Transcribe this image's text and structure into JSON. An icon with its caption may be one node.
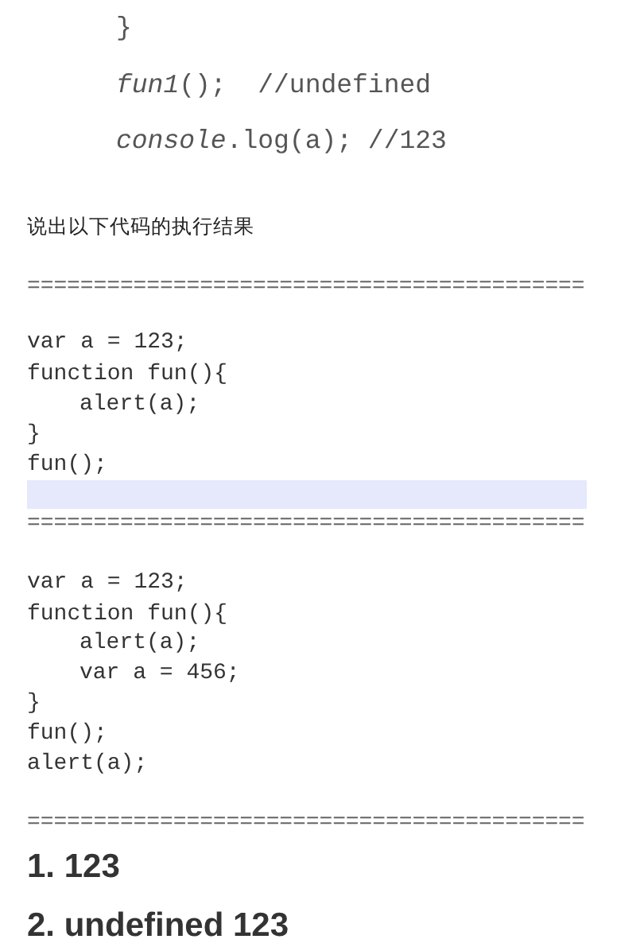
{
  "diagram": {
    "labels": [
      "}",
      "*fun1*();  //undefined",
      "*console*.log(a); //123",
      "说出以下代码的执行结果",
      "==========================================",
      "var a = 123;",
      "function fun(){",
      "alert(a);",
      "}",
      "fun();",
      "==========================================",
      "var a = 123;",
      "function fun(){",
      "alert(a);",
      "var a = 456;",
      "}",
      "fun();",
      "alert(a);",
      "==========================================",
      "1. 123",
      "2. undefined 123"
    ]
  }
}
